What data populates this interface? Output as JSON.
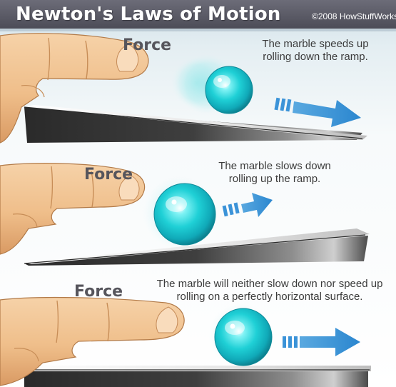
{
  "title": "Newton's Laws of Motion",
  "copyright": "©2008 HowStuffWorks",
  "colors": {
    "banner": "#5a5a66",
    "background_top": "#d9e6ec",
    "marble": "#19cfd6",
    "arrow": "#2f8fd4",
    "skin": "#f0c08c",
    "ramp": "#3b3b3b"
  },
  "panels": [
    {
      "force_label": "Force",
      "caption_lines": [
        "The marble speeds up",
        "rolling down the ramp."
      ]
    },
    {
      "force_label": "Force",
      "caption_lines": [
        "The marble slows down",
        "rolling up the ramp."
      ]
    },
    {
      "force_label": "Force",
      "caption_lines": [
        "The marble will neither slow down nor speed up",
        "rolling on a perfectly horizontal surface."
      ]
    }
  ]
}
